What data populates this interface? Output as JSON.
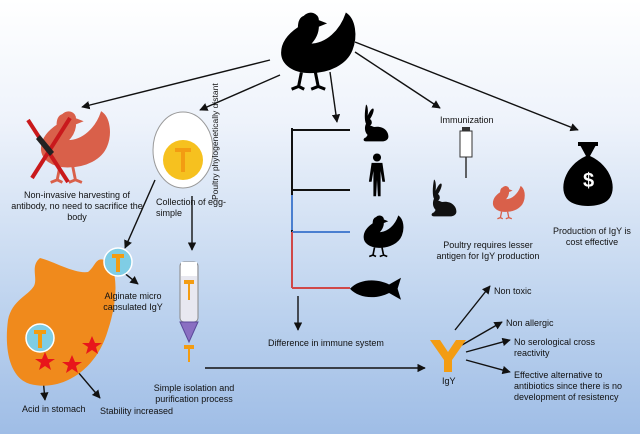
{
  "labels": {
    "non_invasive": "Non-invasive harvesting of antibody, no need to sacrifice the body",
    "collection_egg": "Collection of egg-simple",
    "phylo": "Poultry phylogenetically distant",
    "immunization": "Immunization",
    "cost_effective": "Production of IgY is cost effective",
    "alginate": "Alginate micro capsulated IgY",
    "poultry_antigen": "Poultry requires lesser antigen for IgY production",
    "difference_immune": "Difference in immune system",
    "non_toxic": "Non toxic",
    "non_allergic": "Non allergic",
    "no_cross": "No serological cross reactivity",
    "igy": "IgY",
    "effective_alt": "Effective alternative to antibiotics since there is no development of resistency",
    "simple_isolation": "Simple isolation and purification process",
    "acid_stomach": "Acid in stomach",
    "stability": "Stability increased",
    "dollar": "$"
  },
  "colors": {
    "background_top": "#ffffff",
    "background_bottom": "#9fbde6",
    "antibody_orange": "#f39c12",
    "stomach_orange": "#f08a1c",
    "red_star": "#e8161b",
    "branch_blue": "#4a7fd0",
    "branch_red": "#d04848"
  },
  "icons": [
    "hen-icon",
    "crossed-hen-icon",
    "syringe-icon",
    "knife-icon",
    "egg-icon",
    "tube-icon",
    "rabbit-icon",
    "human-icon",
    "fish-icon",
    "money-bag-icon",
    "stomach-icon",
    "antibody-icon"
  ]
}
